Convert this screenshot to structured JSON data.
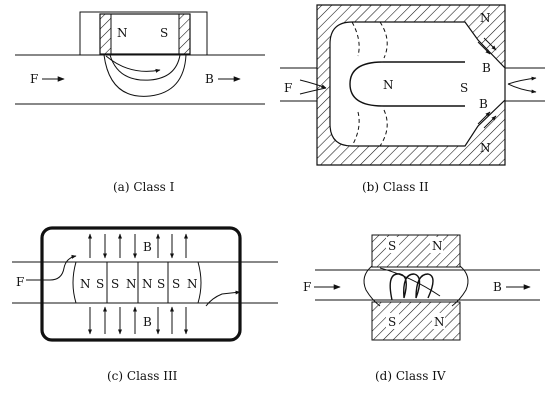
{
  "panels": [
    {
      "caption": "(a) Class I",
      "labels": {
        "north": "N",
        "south": "S",
        "flow_in": "F",
        "flow_out": "B"
      }
    },
    {
      "caption": "(b) Class II",
      "labels": {
        "north_center": "N",
        "south_center": "S",
        "flow_in": "F",
        "north_top": "N",
        "north_bottom": "N",
        "b_top": "B",
        "b_bottom": "B"
      }
    },
    {
      "caption": "(c) Class III",
      "labels": {
        "flow_in": "F",
        "b_top": "B",
        "b_bottom": "B",
        "poles": [
          "N",
          "S",
          "S",
          "N",
          "N",
          "S",
          "S",
          "N"
        ]
      }
    },
    {
      "caption": "(d) Class IV",
      "labels": {
        "flow_in": "F",
        "flow_out": "B",
        "top_s": "S",
        "top_n": "N",
        "bottom_s": "S",
        "bottom_n": "N"
      }
    }
  ]
}
